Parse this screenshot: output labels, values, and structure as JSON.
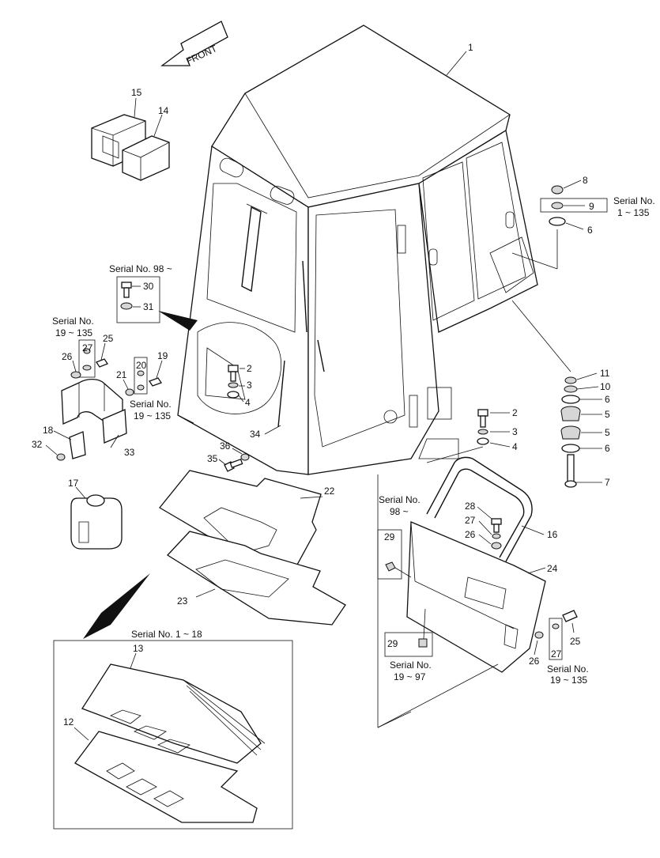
{
  "front_label": "FRONT",
  "callouts": [
    "1",
    "2",
    "3",
    "4",
    "5",
    "6",
    "7",
    "8",
    "9",
    "10",
    "11",
    "12",
    "13",
    "14",
    "15",
    "16",
    "17",
    "18",
    "19",
    "20",
    "21",
    "22",
    "23",
    "24",
    "25",
    "26",
    "27",
    "28",
    "29",
    "30",
    "31",
    "32",
    "33",
    "34",
    "35",
    "36"
  ],
  "serial_labels": {
    "top_right_1": "Serial No.",
    "top_right_2": "1 ~ 135",
    "left_98": "Serial No. 98 ~",
    "left_19_1": "Serial No.",
    "left_19_2": "19 ~ 135",
    "mid_19_1": "Serial No.",
    "mid_19_2": "19 ~ 135",
    "right_98_1": "Serial No.",
    "right_98_2": "98 ~",
    "bottom_19_97_1": "Serial No.",
    "bottom_19_97_2": "19 ~ 97",
    "bottom_19_135_1": "Serial No.",
    "bottom_19_135_2": "19 ~ 135",
    "inset_title": "Serial No. 1 ~ 18"
  }
}
